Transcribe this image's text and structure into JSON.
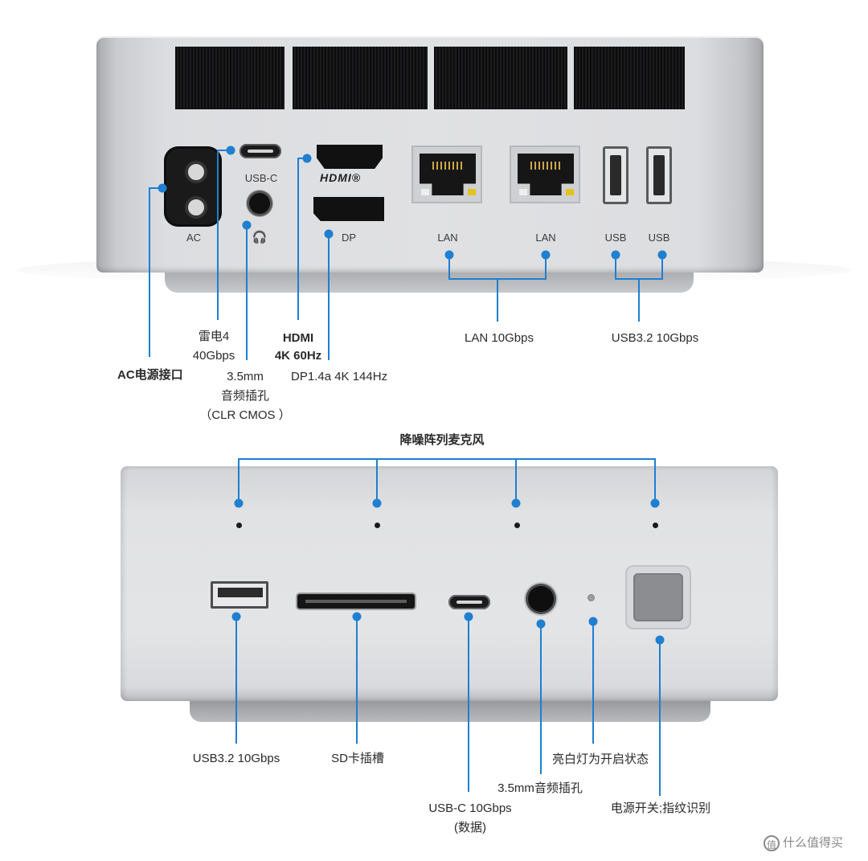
{
  "rear": {
    "port_labels": {
      "ac": "AC",
      "usbc": "USB-C",
      "dp": "DP",
      "lan_1": "LAN",
      "lan_2": "LAN",
      "usb_1": "USB",
      "usb_2": "USB",
      "hdmi_logo": "HDMI®"
    },
    "callouts": {
      "ac_power": "AC电源接口",
      "thunderbolt_line1": "雷电4",
      "thunderbolt_line2": "40Gbps",
      "audio_line1": "3.5mm",
      "audio_line2": "音频插孔",
      "audio_line3": "（CLR CMOS ）",
      "hdmi_line1": "HDMI",
      "hdmi_line2": "4K 60Hz",
      "dp": "DP1.4a 4K 144Hz",
      "lan": "LAN 10Gbps",
      "usb": "USB3.2 10Gbps"
    }
  },
  "front": {
    "callouts": {
      "mic_array": "降噪阵列麦克风",
      "usb": "USB3.2 10Gbps",
      "sd": "SD卡插槽",
      "usbc_line1": "USB-C 10Gbps",
      "usbc_line2": "(数据)",
      "audio": "3.5mm音频插孔",
      "led": "亮白灯为开启状态",
      "power": "电源开关;指纹识别"
    }
  },
  "watermark": {
    "icon": "值",
    "text": "什么值得买"
  },
  "colors": {
    "callout_line": "#1f7fd0",
    "callout_dot": "#1f7fd0"
  }
}
